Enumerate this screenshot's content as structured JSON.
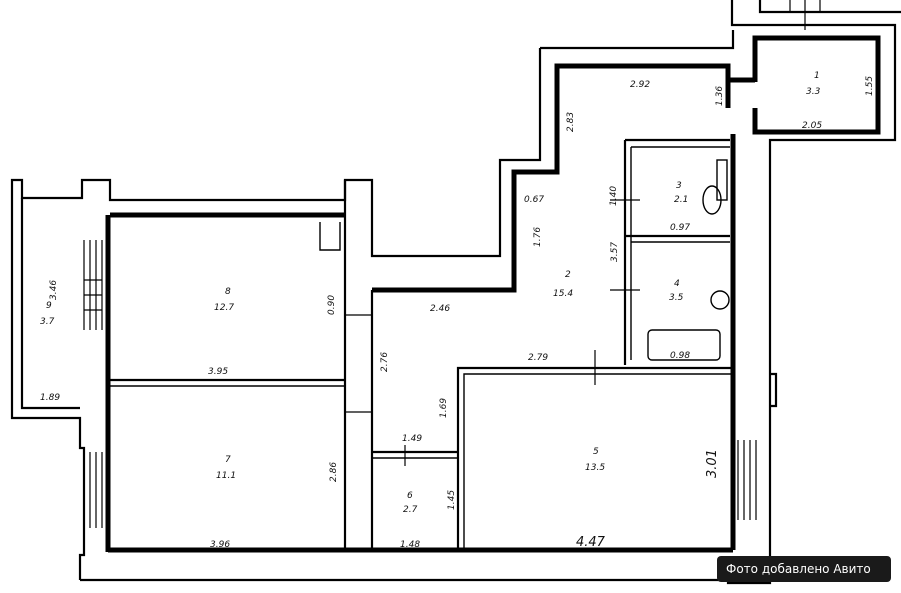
{
  "rooms": [
    {
      "id": "r1",
      "number": "1",
      "area": "3.3"
    },
    {
      "id": "r2",
      "number": "2",
      "area": "15.4"
    },
    {
      "id": "r3",
      "number": "3",
      "area": "2.1"
    },
    {
      "id": "r4",
      "number": "4",
      "area": "3.5"
    },
    {
      "id": "r5",
      "number": "5",
      "area": "13.5"
    },
    {
      "id": "r6",
      "number": "6",
      "area": "2.7"
    },
    {
      "id": "r7",
      "number": "7",
      "area": "11.1"
    },
    {
      "id": "r8",
      "number": "8",
      "area": "12.7"
    },
    {
      "id": "r9",
      "number": "9",
      "area": "3.7"
    }
  ],
  "dimensions": {
    "d_292": "2.92",
    "d_283": "2.83",
    "d_136": "1.36",
    "d_155": "1.55",
    "d_205": "2.05",
    "d_067": "0.67",
    "d_176": "1.76",
    "d_357": "3.57",
    "d_097": "0.97",
    "d_246": "2.46",
    "d_090": "0.90",
    "d_395": "3.95",
    "d_398": "3.96",
    "d_279": "2.79",
    "d_276": "2.76",
    "d_169": "1.69",
    "d_149": "1.49",
    "d_286": "2.86",
    "d_145": "1.45",
    "d_148": "1.48",
    "d_447": "4.47",
    "d_301": "3.01",
    "d_346": "3.46",
    "d_189": "1.89",
    "d_098": "0.98",
    "d_140": "1.40"
  },
  "watermark": "Фото добавлено Авито"
}
